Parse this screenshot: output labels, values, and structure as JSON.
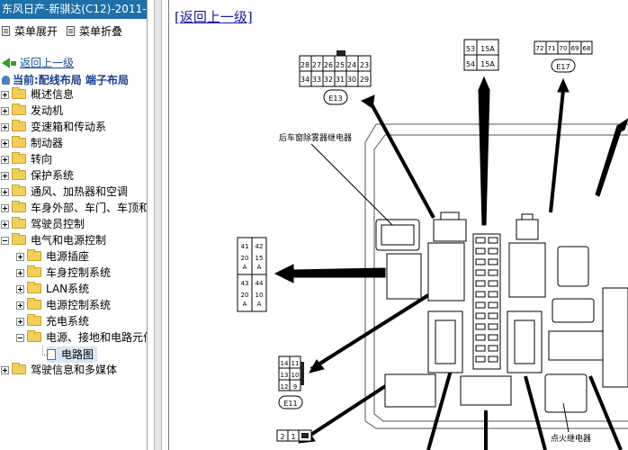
{
  "window": {
    "title": "东风日产-新骐达(C12)-2011-"
  },
  "controls": {
    "expand_label": "菜单展开",
    "collapse_label": "菜单折叠"
  },
  "nav": {
    "back_label": "返回上一级",
    "current_label": "当前:配线布局 端子布局"
  },
  "tree": {
    "top": [
      "概述信息",
      "发动机",
      "变速箱和传动系",
      "制动器",
      "转向",
      "保护系统",
      "通风、加热器和空调",
      "车身外部、车门、车顶和车",
      "驾驶员控制"
    ],
    "electrical": "电气和电源控制",
    "electrical_children": [
      "电源插座",
      "车身控制系统",
      "LAN系统",
      "电源控制系统",
      "充电系统",
      "电源、接地和电路元件"
    ],
    "leaf": "电路图",
    "bottom": "驾驶信息和多媒体"
  },
  "main": {
    "back_link": "[返回上一级]"
  },
  "diagram": {
    "label_rear_defog": "后车窗除雾器继电器",
    "label_ignition": "点火继电器",
    "e13": {
      "name": "E13",
      "row1": [
        "28",
        "27",
        "26",
        "25",
        "24",
        "23"
      ],
      "row2": [
        "34",
        "33",
        "32",
        "31",
        "30",
        "29"
      ]
    },
    "fuse_53": {
      "row1": [
        "53",
        "15A"
      ],
      "row2": [
        "54",
        "15A"
      ]
    },
    "e17": {
      "name": "E17",
      "row1": [
        "72",
        "71",
        "70",
        "69",
        "68"
      ]
    },
    "block_41_44": {
      "row1": [
        "41",
        "42"
      ],
      "row2": [
        "20",
        "15"
      ],
      "row3": [
        "A",
        "A"
      ],
      "row4": [
        "43",
        "44"
      ],
      "row5": [
        "20",
        "10"
      ],
      "row6": [
        "A",
        "A"
      ]
    },
    "e11": {
      "name": "E11",
      "row1": [
        "14",
        "11"
      ],
      "row2": [
        "13",
        "10"
      ],
      "row3": [
        "12",
        "9"
      ]
    },
    "bottom_conn": [
      "2",
      "1"
    ]
  }
}
